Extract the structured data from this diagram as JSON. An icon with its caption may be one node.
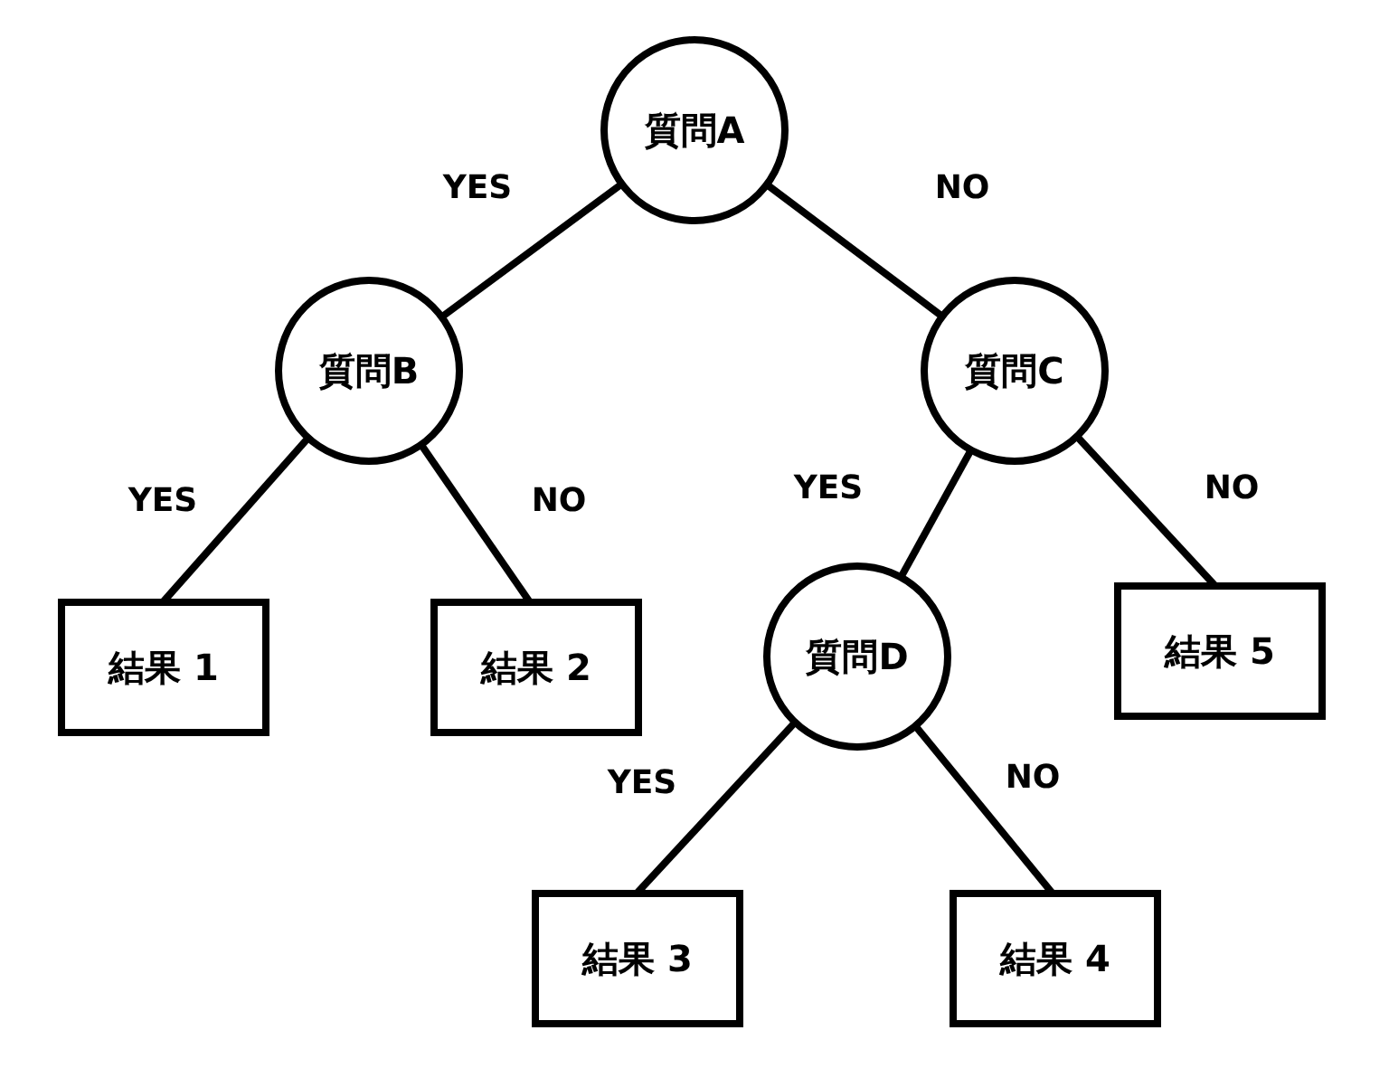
{
  "diagram": {
    "nodes": [
      {
        "text": [
          "質問A"
        ]
      },
      {
        "text": [
          "質問B"
        ]
      },
      {
        "text": [
          "質問C"
        ]
      },
      {
        "text": [
          "結果 1"
        ]
      },
      {
        "text": [
          "結果 2"
        ]
      },
      {
        "text": [
          "質問D"
        ]
      },
      {
        "text": [
          "結果 5"
        ]
      },
      {
        "text": [
          "結果 3"
        ]
      },
      {
        "text": [
          "結果 4"
        ]
      }
    ],
    "edges": [
      {
        "from": 0,
        "to": 1,
        "arrow": "none",
        "label": "YES"
      },
      {
        "from": 0,
        "to": 2,
        "arrow": "none",
        "label": "NO"
      },
      {
        "from": 1,
        "to": 3,
        "arrow": "none",
        "label": "YES"
      },
      {
        "from": 1,
        "to": 4,
        "arrow": "none",
        "label": "NO"
      },
      {
        "from": 2,
        "to": 5,
        "arrow": "none",
        "label": "YES"
      },
      {
        "from": 2,
        "to": 6,
        "arrow": "none",
        "label": "NO"
      },
      {
        "from": 5,
        "to": 7,
        "arrow": "none",
        "label": "YES"
      },
      {
        "from": 5,
        "to": 8,
        "arrow": "none",
        "label": "NO"
      }
    ]
  }
}
